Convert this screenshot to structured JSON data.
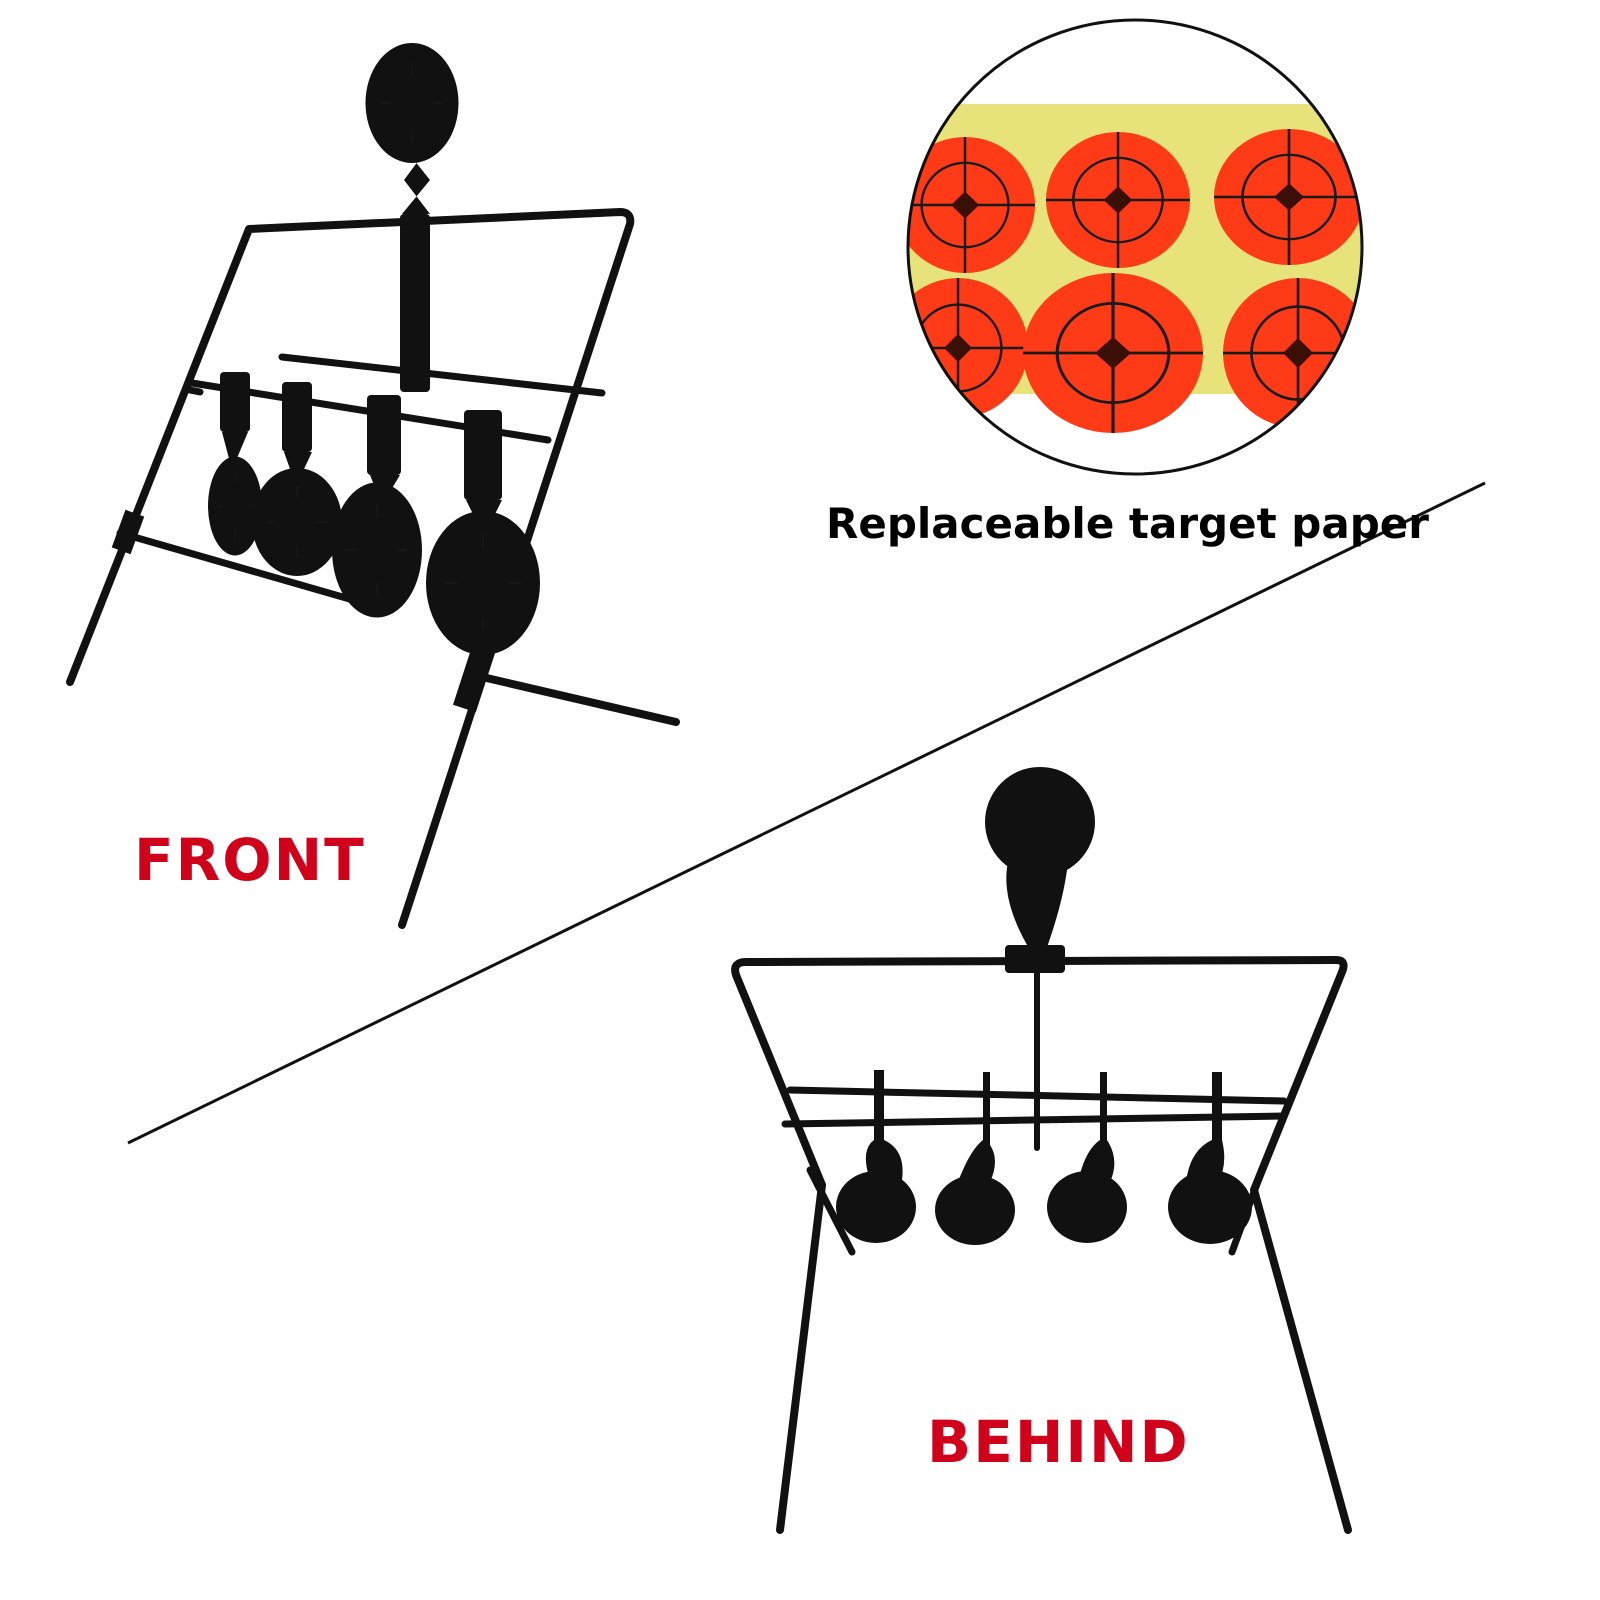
{
  "labels": {
    "front": "FRONT",
    "behind": "BEHIND",
    "paper": "Replaceable target paper"
  },
  "colors": {
    "background": "#ffffff",
    "frame": "#111111",
    "target_orange": "#ff3b17",
    "target_lines": "#1a1a1a",
    "paper_backing": "#e8e27a",
    "label_red": "#d0021b",
    "label_black": "#000000"
  },
  "views": [
    "front-view",
    "behind-view"
  ],
  "counts": {
    "front_small_targets": 4,
    "behind_small_paddles": 4,
    "paper_sticker_rows": 2,
    "paper_sticker_cols": 3
  }
}
